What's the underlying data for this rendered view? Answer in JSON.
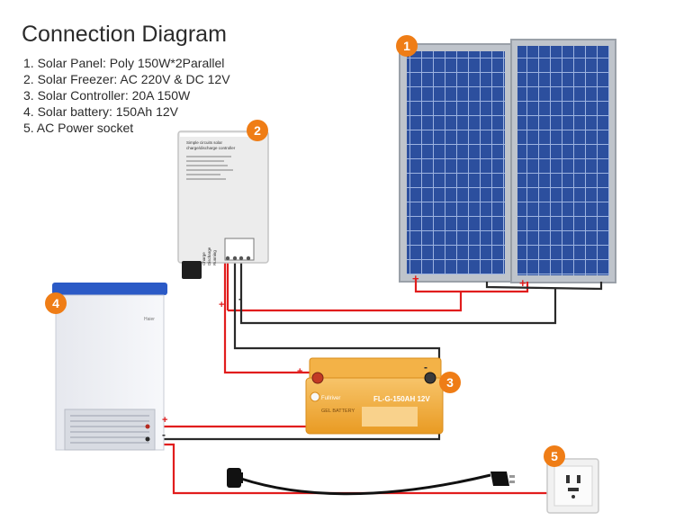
{
  "title": "Connection Diagram",
  "legend": [
    "1. Solar Panel: Poly 150W*2Parallel",
    "2. Solar Freezer: AC 220V & DC 12V",
    "3. Solar Controller: 20A 150W",
    "4. Solar battery: 150Ah 12V",
    "5. AC Power socket"
  ],
  "badges": [
    "1",
    "2",
    "3",
    "4",
    "5"
  ],
  "controller": {
    "heading_line1": "Simple circuits solar",
    "heading_line2": "charge/discharge controller",
    "side_labels": [
      "Charge",
      "Discharge",
      "Running"
    ]
  },
  "battery": {
    "brand": "Fullriver",
    "model": "FL-G-150AH 12V",
    "type": "GEL BATTERY"
  },
  "freezer": {
    "brand": "Haier"
  },
  "polarity": {
    "plus": "+",
    "minus": "-"
  },
  "colors": {
    "accent": "#ef7d16",
    "positive_wire": "#e11d1d",
    "negative_wire": "#2a2a2a",
    "panel_cell": "#2c4f9e",
    "battery_body": "#f0a52a"
  }
}
